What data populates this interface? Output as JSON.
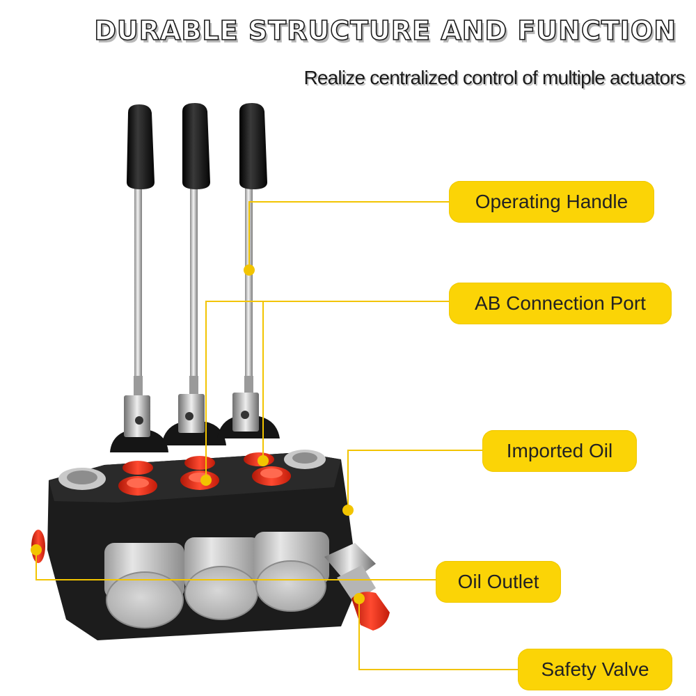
{
  "header": {
    "title": "DURABLE STRUCTURE AND FUNCTION",
    "subtitle": "Realize centralized control of multiple actuators"
  },
  "callouts": {
    "operating_handle": "Operating Handle",
    "ab_connection_port": "AB Connection Port",
    "imported_oil": "Imported Oil",
    "oil_outlet": "Oil Outlet",
    "safety_valve": "Safety Valve"
  },
  "colors": {
    "callout_fill": "#fbd406",
    "leader_line": "#f2c400",
    "valve_body": "#1c1c1c",
    "port_caps": "#e8321e",
    "handle_grips": "#111111"
  },
  "icons": [
    "leader-dot"
  ]
}
